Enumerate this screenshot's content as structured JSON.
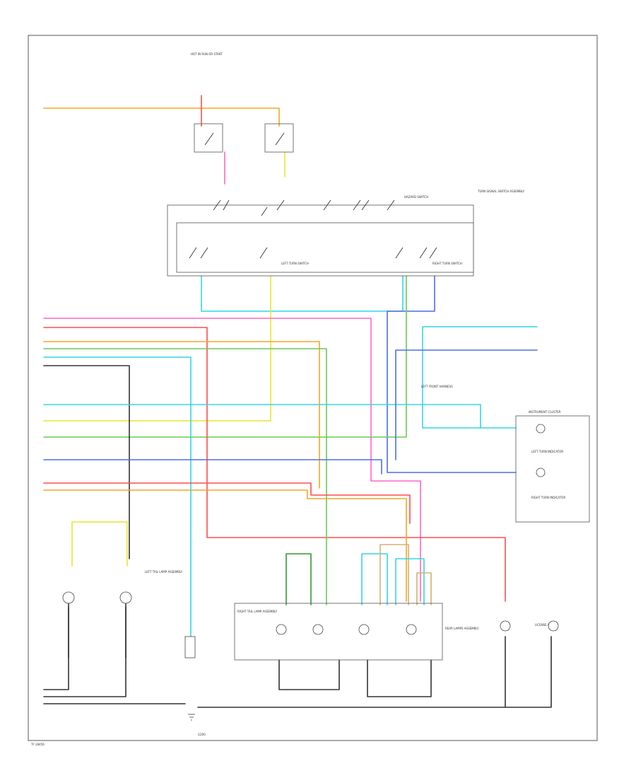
{
  "colors": {
    "orange": "#f5a623",
    "pink": "#ff66cc",
    "red": "#ff4d4d",
    "cyan": "#33d6e6",
    "blue": "#4d6ee6",
    "green": "#66cc55",
    "yellow": "#e6e633",
    "tan": "#d4b070",
    "black": "#333333",
    "dark_green": "#339933"
  },
  "labels": {
    "top_fuse": "HOT IN RUN OR START",
    "harness": "LEFT FRONT HARNESS",
    "turn_switch": "LEFT TURN SWITCH",
    "right_turn": "RIGHT TURN SWITCH",
    "hazard": "HAZARD SWITCH",
    "turn_signal": "TURN SIGNAL SWITCH ASSEMBLY",
    "instrument": "INSTRUMENT CLUSTER",
    "left_turn_ind": "LEFT TURN INDICATOR",
    "right_turn_ind": "RIGHT TURN INDICATOR",
    "rear_lamps": "REAR LAMPS ASSEMBLY",
    "left_tail": "LEFT TAIL LAMP ASSEMBLY",
    "right_tail": "RIGHT TAIL LAMP ASSEMBLY",
    "license": "LICENSE LAMP",
    "ground": "G200",
    "footer": "TF 28456"
  }
}
